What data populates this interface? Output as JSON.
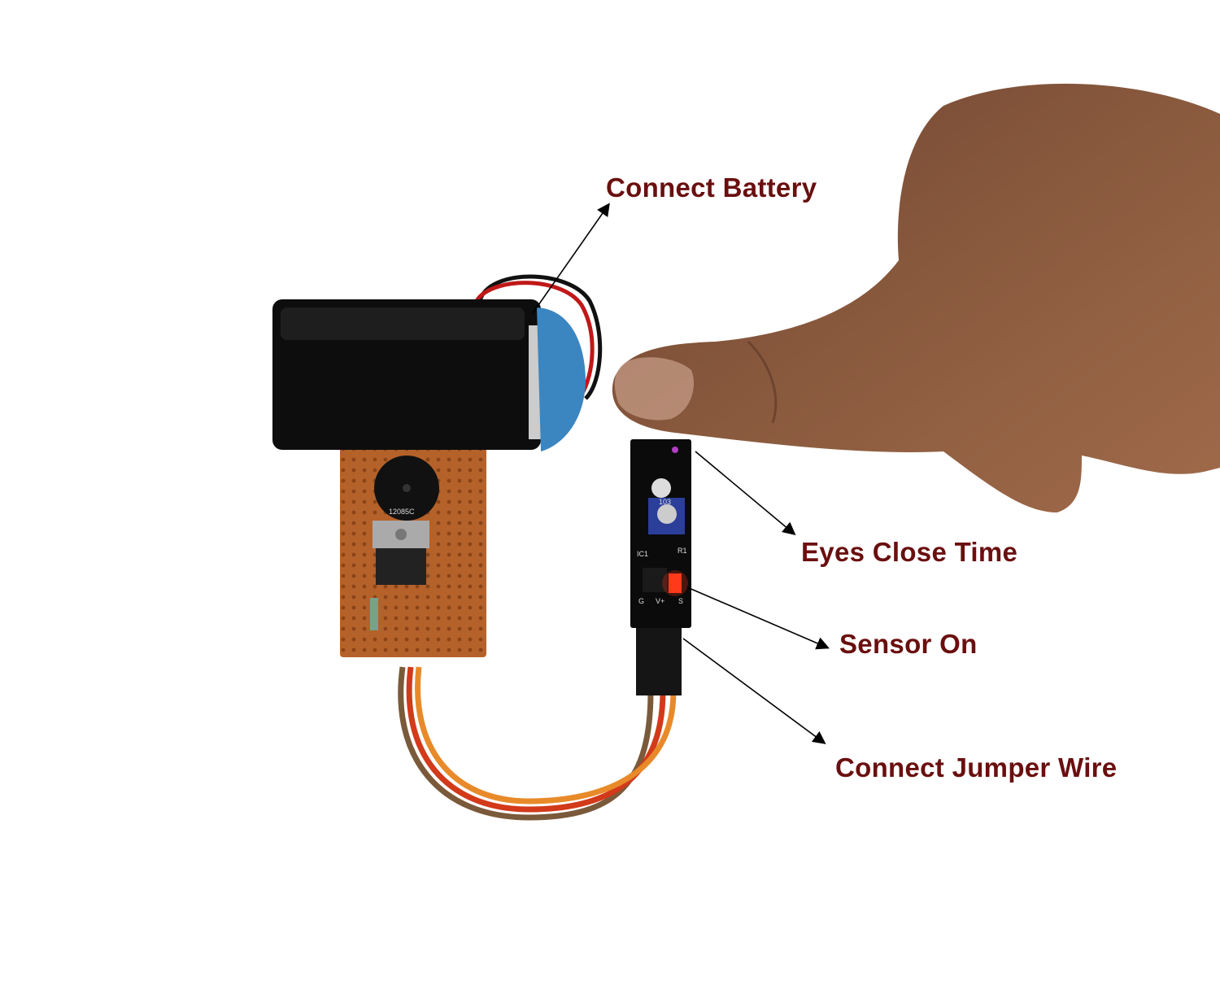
{
  "callouts": {
    "battery": "Connect Battery",
    "eyes": "Eyes Close Time",
    "sensor": "Sensor On",
    "jumper": "Connect Jumper Wire"
  },
  "board_markings": {
    "buzzer": "12085C",
    "pot": "103",
    "ic": "IC1",
    "r1": "R1",
    "pin_g": "G",
    "pin_v": "V+",
    "pin_s": "S"
  },
  "colors": {
    "label": "#6a0f0f",
    "pcb": "#b5622a",
    "skin": "#8a5a3e",
    "led": "#ff3a1a"
  }
}
